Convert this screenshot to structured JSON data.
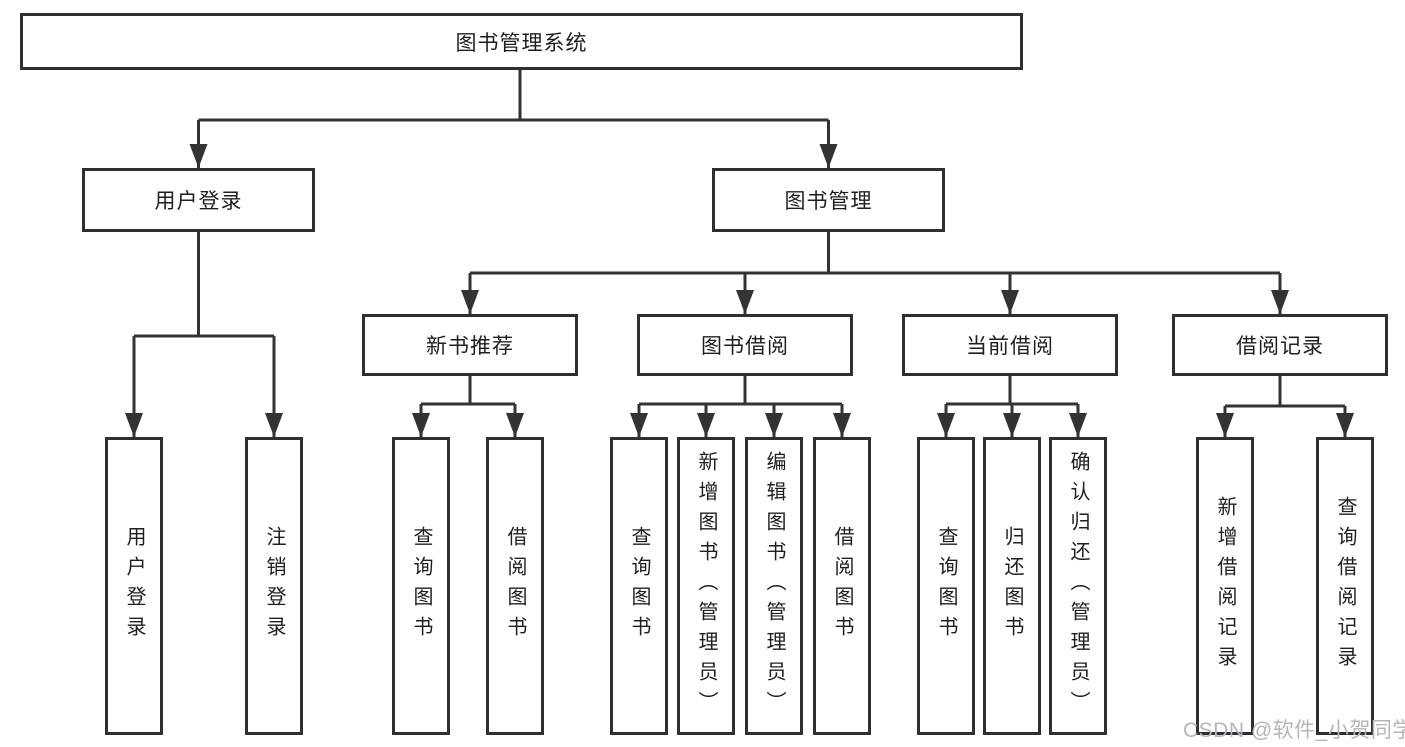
{
  "tree": {
    "root": {
      "label": "图书管理系统"
    },
    "branches": [
      {
        "label": "用户登录",
        "children": [
          {
            "label": "用户登录"
          },
          {
            "label": "注销登录"
          }
        ]
      },
      {
        "label": "图书管理",
        "children": [
          {
            "label": "新书推荐",
            "children": [
              {
                "label": "查询图书"
              },
              {
                "label": "借阅图书"
              }
            ]
          },
          {
            "label": "图书借阅",
            "children": [
              {
                "label": "查询图书"
              },
              {
                "label": "新增图书（管理员）"
              },
              {
                "label": "编辑图书（管理员）"
              },
              {
                "label": "借阅图书"
              }
            ]
          },
          {
            "label": "当前借阅",
            "children": [
              {
                "label": "查询图书"
              },
              {
                "label": "归还图书"
              },
              {
                "label": "确认归还（管理员）"
              }
            ]
          },
          {
            "label": "借阅记录",
            "children": [
              {
                "label": "新增借阅记录"
              },
              {
                "label": "查询借阅记录"
              }
            ]
          }
        ]
      }
    ]
  },
  "watermark": "CSDN @软件_小贺同学",
  "colors": {
    "line": "#333333",
    "box_border": "#2f2f2f",
    "box_background": "#ffffff",
    "text": "#1f1f1f",
    "watermark": "#b4b6b9"
  }
}
